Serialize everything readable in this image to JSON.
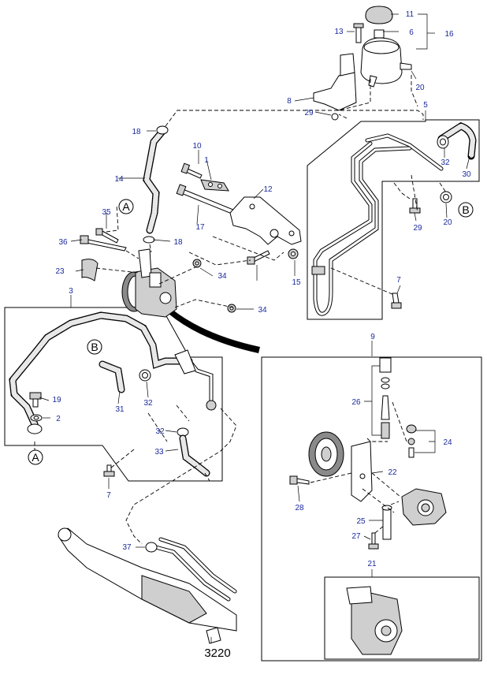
{
  "diagram": {
    "page_code": "3220",
    "section_letters": {
      "a": "A",
      "b": "B"
    },
    "callouts": {
      "c1": "1",
      "c2": "2",
      "c3": "3",
      "c5": "5",
      "c6": "6",
      "c7a": "7",
      "c7b": "7",
      "c8": "8",
      "c9": "9",
      "c10": "10",
      "c11": "11",
      "c12": "12",
      "c13": "13",
      "c14": "14",
      "c15": "15",
      "c16": "16",
      "c17": "17",
      "c18a": "18",
      "c18b": "18",
      "c19": "19",
      "c20a": "20",
      "c20b": "20",
      "c21": "21",
      "c22": "22",
      "c23": "23",
      "c24": "24",
      "c25": "25",
      "c26": "26",
      "c27": "27",
      "c28": "28",
      "c29a": "29",
      "c29b": "29",
      "c30": "30",
      "c31": "31",
      "c32a": "32",
      "c32b": "32",
      "c32c": "32",
      "c33": "33",
      "c34a": "34",
      "c34b": "34",
      "c35": "35",
      "c36": "36",
      "c37": "37"
    }
  }
}
